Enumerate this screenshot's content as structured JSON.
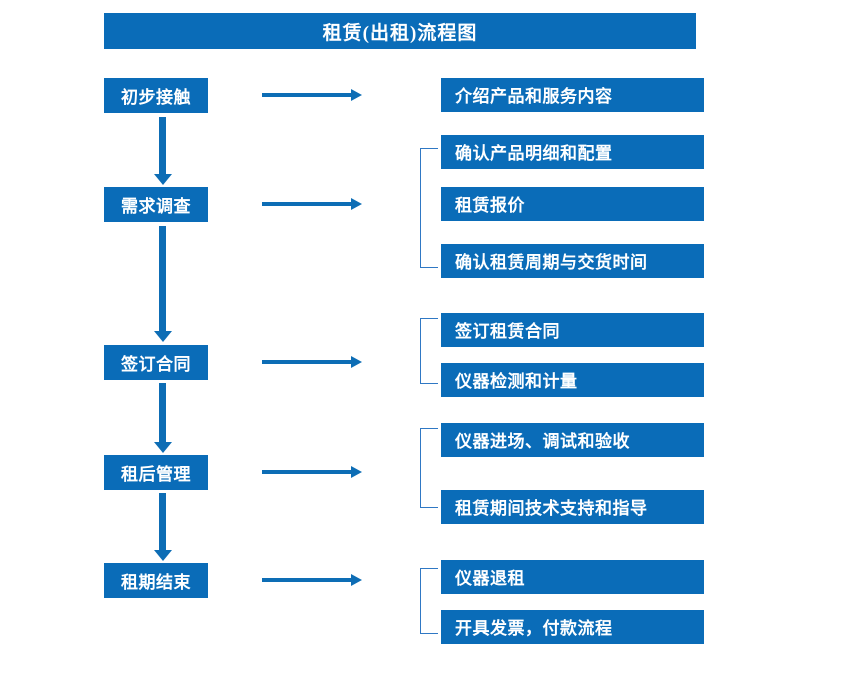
{
  "title": "租赁(出租)流程图",
  "theme": {
    "box_fill": "#0a6cb8",
    "box_text": "#ffffff",
    "arrow_color": "#0d6db5",
    "bracket_color": "#2f78c4",
    "background": "#ffffff"
  },
  "stages": [
    {
      "label": "初步接触"
    },
    {
      "label": "需求调查"
    },
    {
      "label": "签订合同"
    },
    {
      "label": "租后管理"
    },
    {
      "label": "租期结束"
    }
  ],
  "details": [
    {
      "label": "介绍产品和服务内容"
    },
    {
      "label": "确认产品明细和配置"
    },
    {
      "label": "租赁报价"
    },
    {
      "label": "确认租赁周期与交货时间"
    },
    {
      "label": "签订租赁合同"
    },
    {
      "label": "仪器检测和计量"
    },
    {
      "label": "仪器进场、调试和验收"
    },
    {
      "label": "租赁期间技术支持和指导"
    },
    {
      "label": "仪器退租"
    },
    {
      "label": "开具发票，付款流程"
    }
  ],
  "chart_data": {
    "type": "flowchart",
    "title": "租赁(出租)流程图",
    "orientation": "vertical-with-side-branches",
    "nodes": [
      {
        "id": "stage-1",
        "stage": "初步接触",
        "details": [
          "介绍产品和服务内容"
        ]
      },
      {
        "id": "stage-2",
        "stage": "需求调查",
        "details": [
          "确认产品明细和配置",
          "租赁报价",
          "确认租赁周期与交货时间"
        ]
      },
      {
        "id": "stage-3",
        "stage": "签订合同",
        "details": [
          "签订租赁合同",
          "仪器检测和计量"
        ]
      },
      {
        "id": "stage-4",
        "stage": "租后管理",
        "details": [
          "仪器进场、调试和验收",
          "租赁期间技术支持和指导"
        ]
      },
      {
        "id": "stage-5",
        "stage": "租期结束",
        "details": [
          "仪器退租",
          "开具发票，付款流程"
        ]
      }
    ],
    "edges": [
      {
        "from": "初步接触",
        "to": "需求调查",
        "direction": "down"
      },
      {
        "from": "需求调查",
        "to": "签订合同",
        "direction": "down"
      },
      {
        "from": "签订合同",
        "to": "租后管理",
        "direction": "down"
      },
      {
        "from": "租后管理",
        "to": "租期结束",
        "direction": "down"
      },
      {
        "from": "初步接触",
        "to": "介绍产品和服务内容",
        "direction": "right"
      },
      {
        "from": "需求调查",
        "to": "确认产品明细和配置/租赁报价/确认租赁周期与交货时间",
        "direction": "right"
      },
      {
        "from": "签订合同",
        "to": "签订租赁合同/仪器检测和计量",
        "direction": "right"
      },
      {
        "from": "租后管理",
        "to": "仪器进场、调试和验收/租赁期间技术支持和指导",
        "direction": "right"
      },
      {
        "from": "租期结束",
        "to": "仪器退租/开具发票，付款流程",
        "direction": "right"
      }
    ]
  }
}
